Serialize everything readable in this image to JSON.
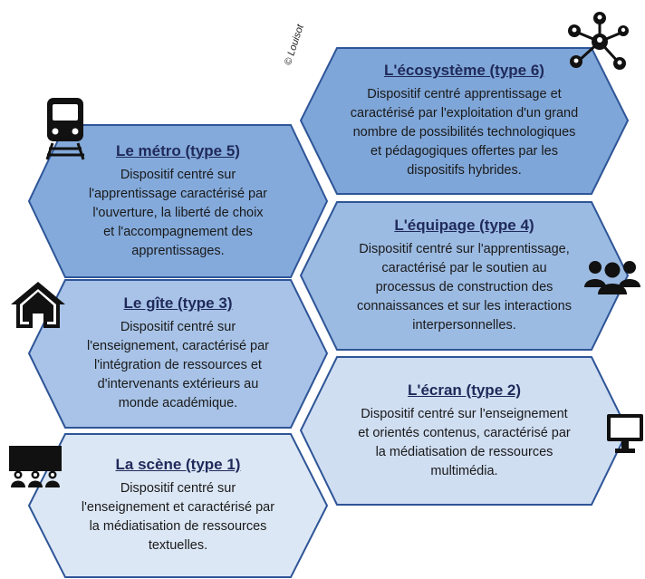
{
  "copyright": "© Louisot",
  "hexagons": [
    {
      "title": "L'écosystème (type 6)",
      "lines": [
        "Dispositif centré apprentissage et",
        "caractérisé par l'exploitation d'un grand",
        "nombre de possibilités technologiques",
        "et pédagogiques offertes par les",
        "dispositifs hybrides."
      ],
      "fill": "#7fa6d8",
      "icon": "network-people-icon"
    },
    {
      "title": "Le métro (type 5)",
      "lines": [
        "Dispositif centré sur",
        "l'apprentissage caractérisé par",
        "l'ouverture, la liberté de choix",
        "et l'accompagnement des",
        "apprentissages."
      ],
      "fill": "#84aadb",
      "icon": "train-icon"
    },
    {
      "title": "L'équipage (type 4)",
      "lines": [
        "Dispositif centré sur l'apprentissage,",
        "caractérisé par le soutien au",
        "processus de construction des",
        "connaissances et sur les interactions",
        "interpersonnelles."
      ],
      "fill": "#9cbbe3",
      "icon": "group-icon"
    },
    {
      "title": "Le gîte (type 3)",
      "lines": [
        "Dispositif centré sur",
        "l'enseignement, caractérisé par",
        "l'intégration de ressources et",
        "d'intervenants extérieurs au",
        "monde académique."
      ],
      "fill": "#a8c3e7",
      "icon": "house-icon"
    },
    {
      "title": "L'écran (type 2)",
      "lines": [
        "Dispositif centré sur l'enseignement",
        "et orientés contenus, caractérisé par",
        "la médiatisation de ressources",
        "multimédia."
      ],
      "fill": "#d0def2",
      "icon": "monitor-icon"
    },
    {
      "title": "La scène (type 1)",
      "lines": [
        "Dispositif centré sur",
        "l'enseignement et caractérisé par",
        "la médiatisation de ressources",
        "textuelles."
      ],
      "fill": "#dce7f5",
      "icon": "audience-screen-icon"
    }
  ]
}
